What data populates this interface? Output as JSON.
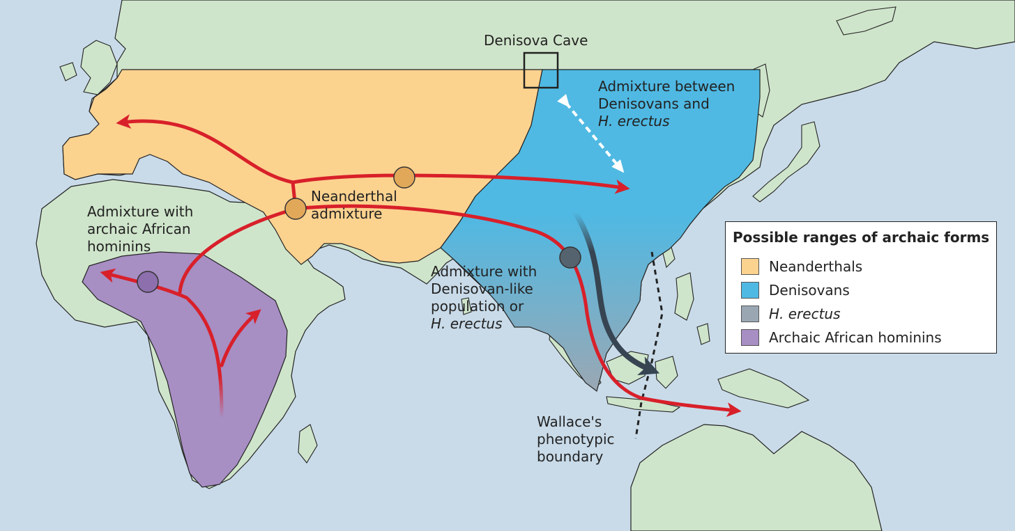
{
  "colors": {
    "ocean": "#c9dbe9",
    "land": "#cfe5cb",
    "coast": "#222222",
    "neanderthals": "#fcd28f",
    "denisovans": "#4fb9e3",
    "h_erectus": "#9aa7b3",
    "archaic_african": "#a78ec3",
    "route": "#d8202a",
    "erectus_route": "#374451"
  },
  "labels": {
    "denisova_cave": "Denisova Cave",
    "admix_denisovans_erectus": [
      "Admixture between",
      "Denisovans and",
      "H. erectus"
    ],
    "neanderthal_admixture": [
      "Neanderthal",
      "admixture"
    ],
    "admix_african": [
      "Admixture with",
      "archaic African",
      "hominins"
    ],
    "admix_denisovan_like": [
      "Admixture with",
      "Denisovan-like",
      "population or",
      "H. erectus"
    ],
    "wallace": [
      "Wallace's",
      "phenotypic",
      "boundary"
    ]
  },
  "legend": {
    "title": "Possible ranges of archaic forms",
    "items": [
      {
        "label": "Neanderthals",
        "color": "#fcd28f",
        "italic": false
      },
      {
        "label": "Denisovans",
        "color": "#4fb9e3",
        "italic": false
      },
      {
        "label": "H. erectus",
        "color": "#9aa7b3",
        "italic": true
      },
      {
        "label": "Archaic African hominins",
        "color": "#a78ec3",
        "italic": false
      }
    ]
  }
}
